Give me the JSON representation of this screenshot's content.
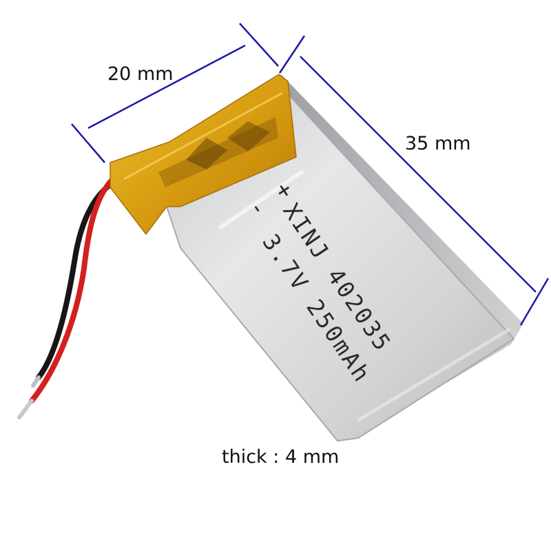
{
  "dimensions": {
    "width_label": "20 mm",
    "length_label": "35 mm",
    "thickness_label": "thick : 4 mm"
  },
  "battery": {
    "model_line": "XINJ 402035",
    "voltage_line": "3.7V 250mAh",
    "minus_mark": "-",
    "plus_mark": "+"
  },
  "colors": {
    "dimension_line": "#1a1aa8",
    "tape": "#e0a816",
    "body": "#d9dbdd",
    "red_wire": "#d42020",
    "black_wire": "#161616"
  }
}
